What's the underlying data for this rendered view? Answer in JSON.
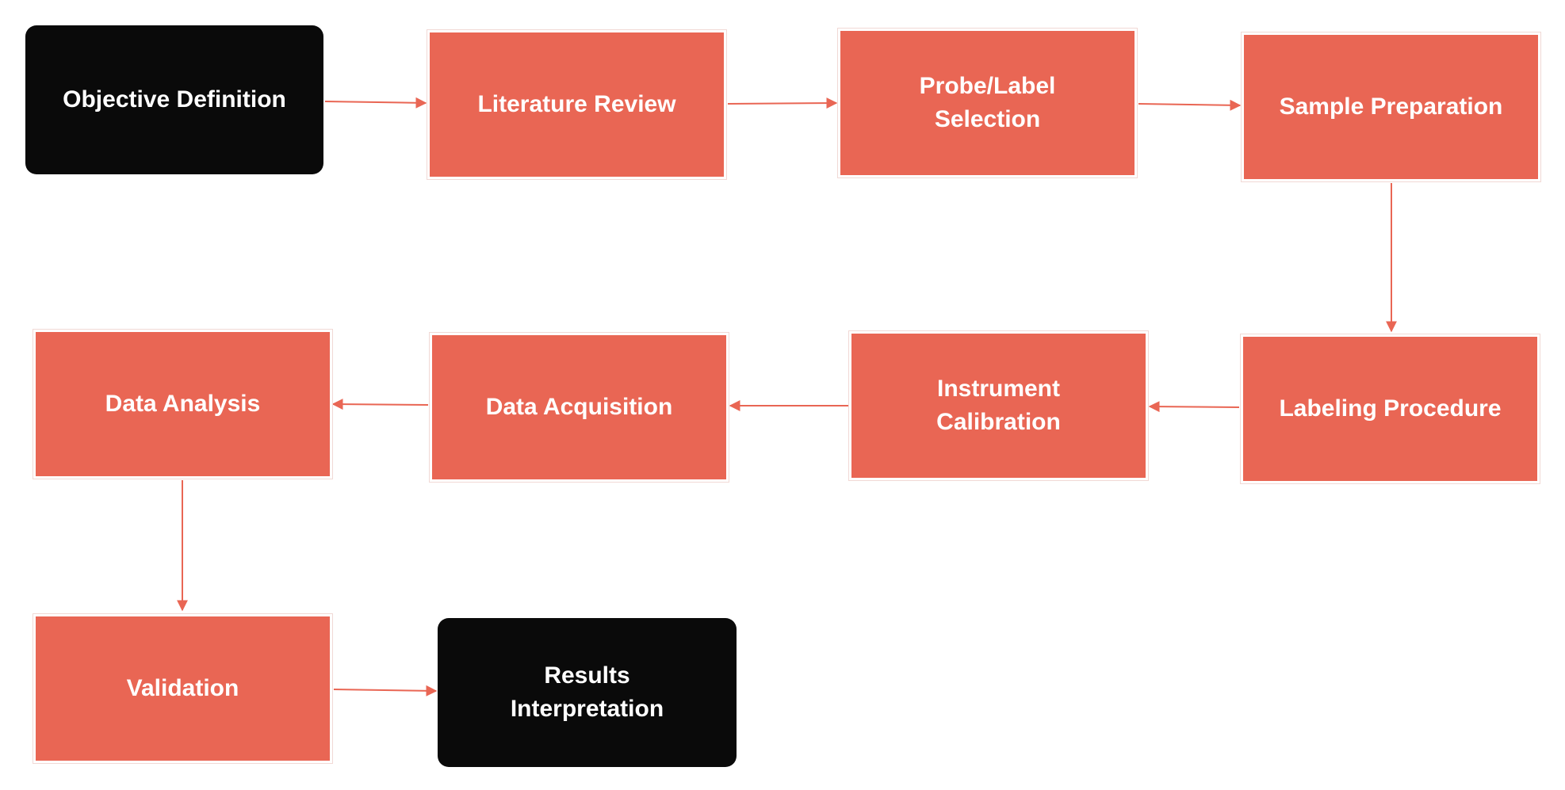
{
  "diagram": {
    "colors": {
      "process_fill": "#e96654",
      "terminal_fill": "#0a0a0a",
      "text": "#ffffff",
      "connector": "#e96654"
    },
    "nodes": {
      "objective_definition": "Objective Definition",
      "literature_review": "Literature Review",
      "probe_label_selection": "Probe/Label Selection",
      "sample_preparation": "Sample Preparation",
      "labeling_procedure": "Labeling Procedure",
      "instrument_calibration": "Instrument Calibration",
      "data_acquisition": "Data Acquisition",
      "data_analysis": "Data Analysis",
      "validation": "Validation",
      "results_interpretation": "Results Interpretation"
    },
    "edges": [
      [
        "objective_definition",
        "literature_review"
      ],
      [
        "literature_review",
        "probe_label_selection"
      ],
      [
        "probe_label_selection",
        "sample_preparation"
      ],
      [
        "sample_preparation",
        "labeling_procedure"
      ],
      [
        "labeling_procedure",
        "instrument_calibration"
      ],
      [
        "instrument_calibration",
        "data_acquisition"
      ],
      [
        "data_acquisition",
        "data_analysis"
      ],
      [
        "data_analysis",
        "validation"
      ],
      [
        "validation",
        "results_interpretation"
      ]
    ]
  }
}
